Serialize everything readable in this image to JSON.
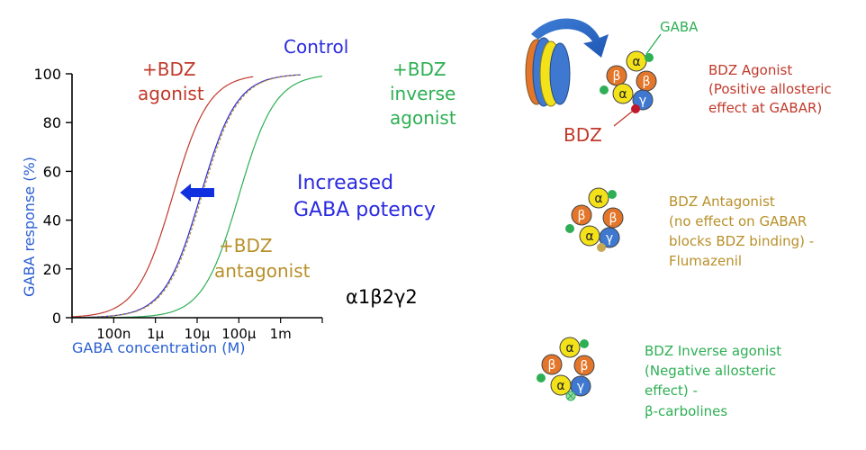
{
  "colors": {
    "control": "#2a2ae0",
    "agonist": "#c0392b",
    "antagonist": "#b8902a",
    "inverse": "#2eaf54",
    "axis_label": "#2a5fd0",
    "alpha": "#f3e21a",
    "beta": "#e3762a",
    "gamma": "#3e78d0",
    "gaba_dot": "#2eaf54",
    "bdz_dot": "#c0172b"
  },
  "chart_data": {
    "type": "line",
    "title": "",
    "xlabel": "GABA concentration (M)",
    "ylabel": "GABA response (%)",
    "x_scale": "log",
    "xlim": [
      "10n",
      "10m"
    ],
    "ylim": [
      0,
      100
    ],
    "x_ticks": [
      "100n",
      "1μ",
      "10μ",
      "100μ",
      "1m"
    ],
    "y_ticks": [
      "0",
      "20",
      "40",
      "60",
      "80",
      "100"
    ],
    "series": [
      {
        "key": "agonist",
        "style": "solid",
        "x_range": [
          "10n",
          "220μ"
        ],
        "ec50": "2.6μ",
        "hill": 1.0
      },
      {
        "key": "control",
        "style": "solid",
        "x_range": [
          "10n",
          "3m"
        ],
        "ec50": "12μ",
        "hill": 1.0
      },
      {
        "key": "antagonist",
        "style": "dashed",
        "x_range": [
          "10n",
          "3m"
        ],
        "ec50": "13μ",
        "hill": 1.0
      },
      {
        "key": "inverse",
        "style": "solid",
        "x_range": [
          "10n",
          "10m"
        ],
        "ec50": "100μ",
        "hill": 1.0
      }
    ]
  },
  "labels": {
    "control": "Control",
    "agonist_line1": "+BDZ",
    "agonist_line2": "agonist",
    "inverse_line1": "+BDZ",
    "inverse_line2": "inverse",
    "inverse_line3": "agonist",
    "antagonist_line1": "+BDZ",
    "antagonist_line2": "antagonist",
    "potency_line1": "Increased",
    "potency_line2": "GABA potency",
    "subunit": "α1β2γ2"
  },
  "receptor": {
    "gaba_label": "GABA",
    "bdz_label": "BDZ",
    "alpha": "α",
    "beta": "β",
    "gamma": "γ"
  },
  "panels": {
    "agonist_line1": "BDZ Agonist",
    "agonist_line2": "(Positive allosteric",
    "agonist_line3": "effect at GABAR)",
    "antagonist_line1": "BDZ Antagonist",
    "antagonist_line2": "(no effect on GABAR",
    "antagonist_line3": "blocks BDZ binding) -",
    "antagonist_line4": "Flumazenil",
    "inverse_line1": "BDZ Inverse agonist",
    "inverse_line2": "(Negative allosteric",
    "inverse_line3": "effect) -",
    "inverse_line4": "β-carbolines"
  }
}
